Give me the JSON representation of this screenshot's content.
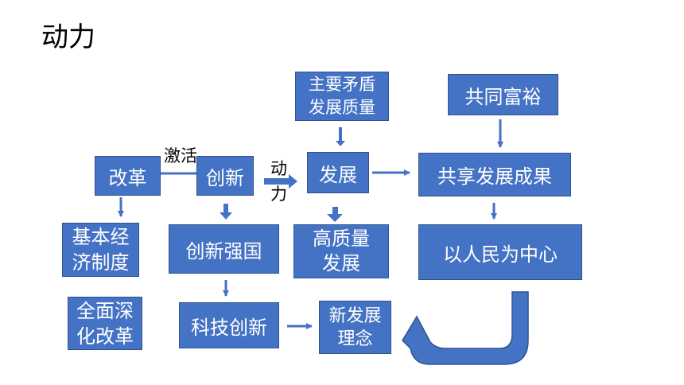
{
  "page": {
    "title": "动力"
  },
  "colors": {
    "box_fill": "#4472C4",
    "box_border": "#2F528F",
    "text_on_box": "#FFFFFF"
  },
  "nodes": {
    "gaige": "改革",
    "chuangxin": "创新",
    "fazhan": "发展",
    "gongxiang": "共享发展成果",
    "gongtong": "共同富裕",
    "maodun_line1": "主要矛盾",
    "maodun_line2": "发展质量",
    "jiben_line1": "基本经",
    "jiben_line2": "济制度",
    "chuangxin_qiangguo": "创新强国",
    "gaozhiliang_line1": "高质量",
    "gaozhiliang_line2": "发展",
    "renmin_zhongxin": "以人民为中心",
    "shenhua_line1": "全面深",
    "shenhua_line2": "化改革",
    "keji": "科技创新",
    "linian_line1": "新发展",
    "linian_line2": "理念"
  },
  "labels": {
    "jihuo": "激活",
    "dongli_1": "动",
    "dongli_2": "力"
  }
}
